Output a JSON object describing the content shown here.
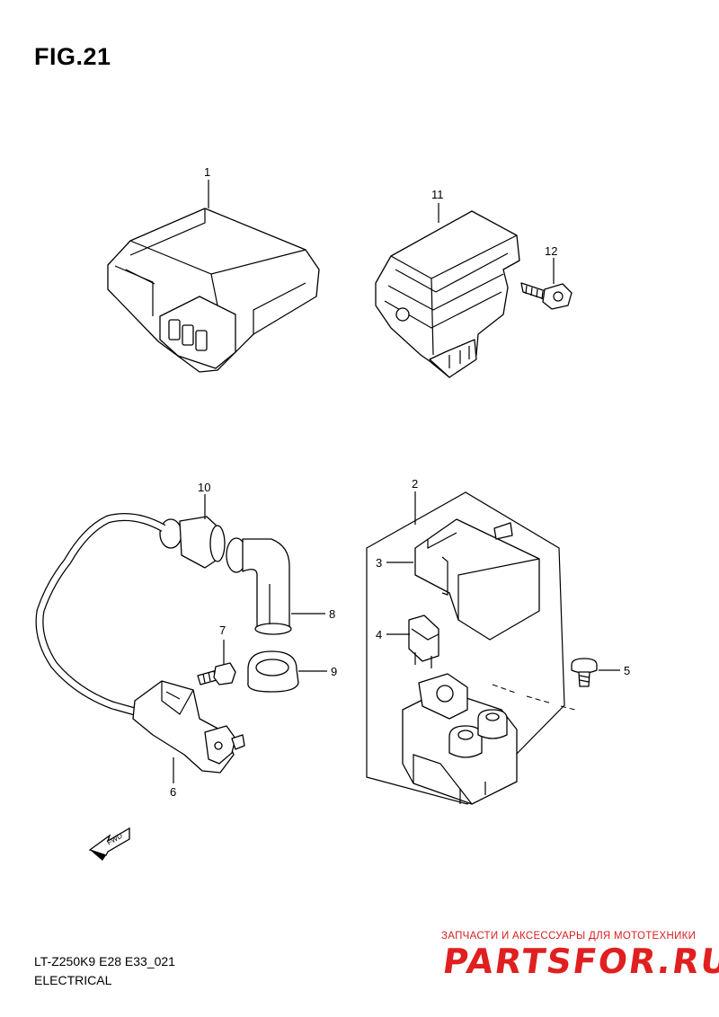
{
  "figure": {
    "title": "FIG.21"
  },
  "callouts": {
    "p1": "1",
    "p2": "2",
    "p3": "3",
    "p4": "4",
    "p5": "5",
    "p6": "6",
    "p7": "7",
    "p8": "8",
    "p9": "9",
    "p10": "10",
    "p11": "11",
    "p12": "12"
  },
  "fwd_label": "FWD",
  "footer": {
    "code": "LT-Z250K9 E28 E33_021",
    "title": "ELECTRICAL"
  },
  "watermark": {
    "caption": "ЗАПЧАСТИ И АКСЕССУАРЫ ДЛЯ МОТОТЕХНИКИ",
    "logo": "PARTSFOR.RU",
    "color": "#e02020"
  }
}
